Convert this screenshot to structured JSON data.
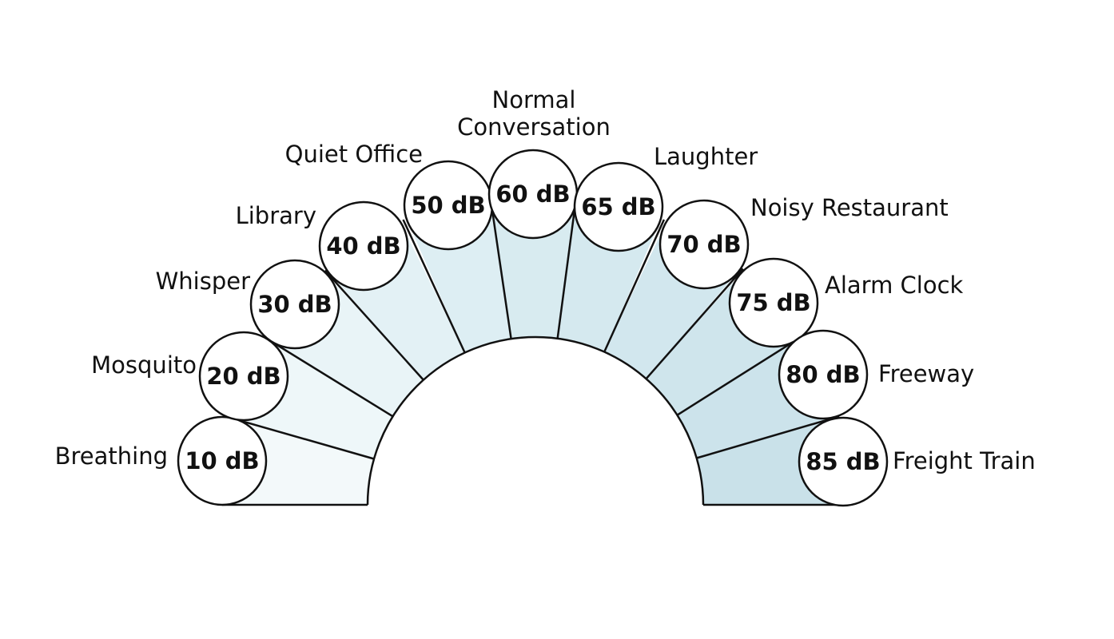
{
  "levels": [
    {
      "value": "10 dB",
      "label": [
        "Breathing"
      ],
      "fill": "#f3f9fa"
    },
    {
      "value": "20 dB",
      "label": [
        "Mosquito"
      ],
      "fill": "#eef7f9"
    },
    {
      "value": "30 dB",
      "label": [
        "Whisper"
      ],
      "fill": "#e9f4f7"
    },
    {
      "value": "40 dB",
      "label": [
        "Library"
      ],
      "fill": "#e3f1f5"
    },
    {
      "value": "50 dB",
      "label": [
        "Quiet Office"
      ],
      "fill": "#ddeef3"
    },
    {
      "value": "60 dB",
      "label": [
        "Normal",
        "Conversation"
      ],
      "fill": "#d8ebf0"
    },
    {
      "value": "65 dB",
      "label": [
        "Laughter"
      ],
      "fill": "#d5e9ef"
    },
    {
      "value": "70 dB",
      "label": [
        "Noisy Restaurant"
      ],
      "fill": "#d2e7ee"
    },
    {
      "value": "75 dB",
      "label": [
        "Alarm Clock"
      ],
      "fill": "#cfe5ec"
    },
    {
      "value": "80 dB",
      "label": [
        "Freeway"
      ],
      "fill": "#cce3eb"
    },
    {
      "value": "85 dB",
      "label": [
        "Freight Train"
      ],
      "fill": "#c9e1e9"
    }
  ],
  "colors": {
    "stroke": "#111111",
    "bubble_fill": "#ffffff",
    "center_fill": "#ffffff"
  }
}
